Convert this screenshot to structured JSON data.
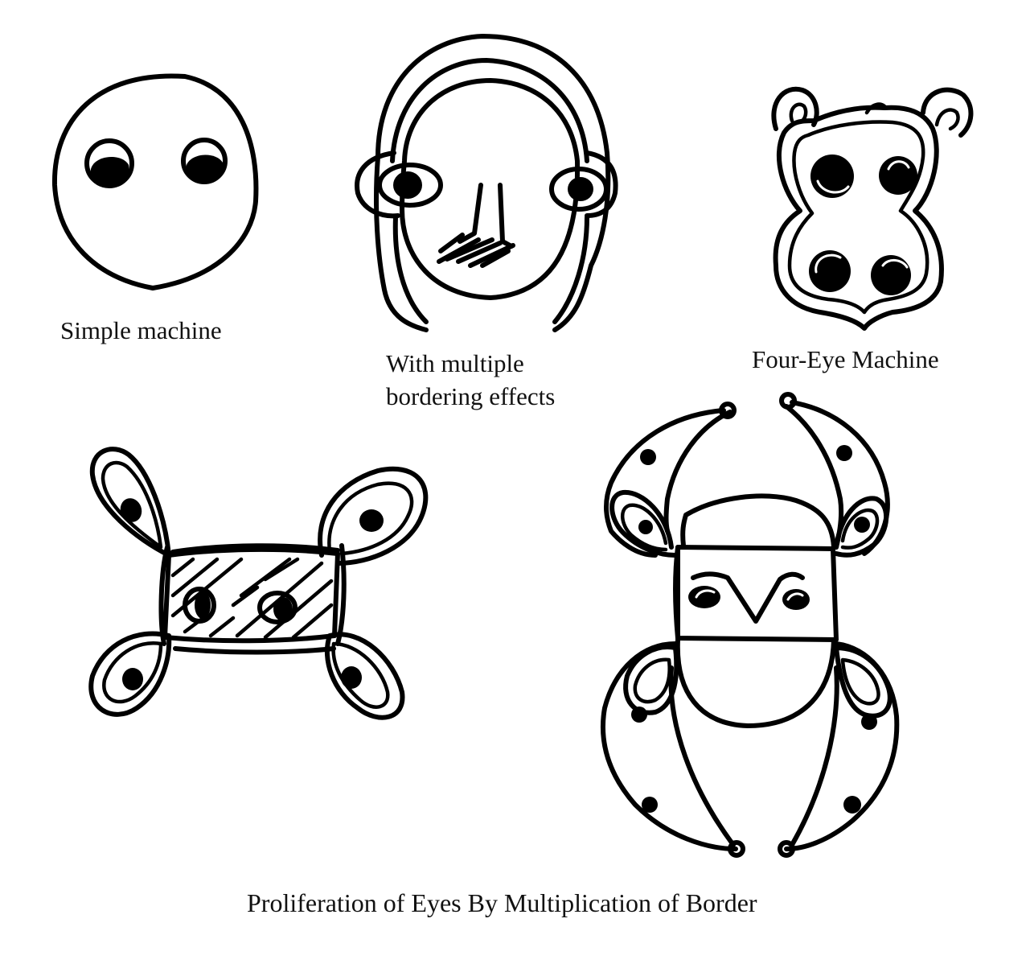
{
  "figure": {
    "title": "Proliferation of Eyes By Multiplication of Border",
    "background": "#ffffff",
    "ink_color": "#000000"
  },
  "drawings": [
    {
      "id": "simple-machine",
      "caption_lines": [
        "Simple machine"
      ],
      "eye_count": 2
    },
    {
      "id": "multiple-bordering",
      "caption_lines": [
        "With multiple",
        "bordering effects"
      ],
      "eye_count": 2
    },
    {
      "id": "four-eye-machine",
      "caption_lines": [
        "Four-Eye Machine"
      ],
      "eye_count": 4
    },
    {
      "id": "butterfly-machine",
      "caption_lines": [],
      "eye_count": 6
    },
    {
      "id": "owl-machine",
      "caption_lines": [],
      "eye_count": 10
    }
  ]
}
